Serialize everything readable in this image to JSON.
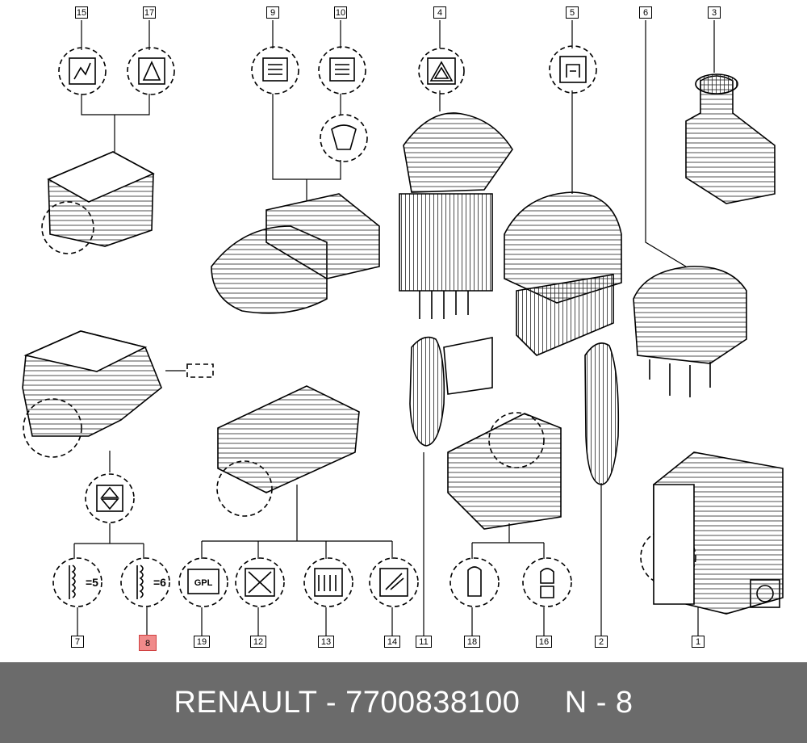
{
  "diagram": {
    "callouts": [
      "15",
      "17",
      "9",
      "10",
      "4",
      "5",
      "6",
      "3",
      "7",
      "8",
      "19",
      "12",
      "13",
      "14",
      "11",
      "18",
      "16",
      "2",
      "1"
    ],
    "highlighted_callout": "8",
    "symbol_texts": {
      "gpl": "GPL",
      "heat5": "=5",
      "heat6": "=6"
    }
  },
  "footer": {
    "brand": "RENAULT",
    "separator": " - ",
    "part_number": "7700838100",
    "gap": "     ",
    "ref_prefix": "N - ",
    "ref_number": "8"
  }
}
